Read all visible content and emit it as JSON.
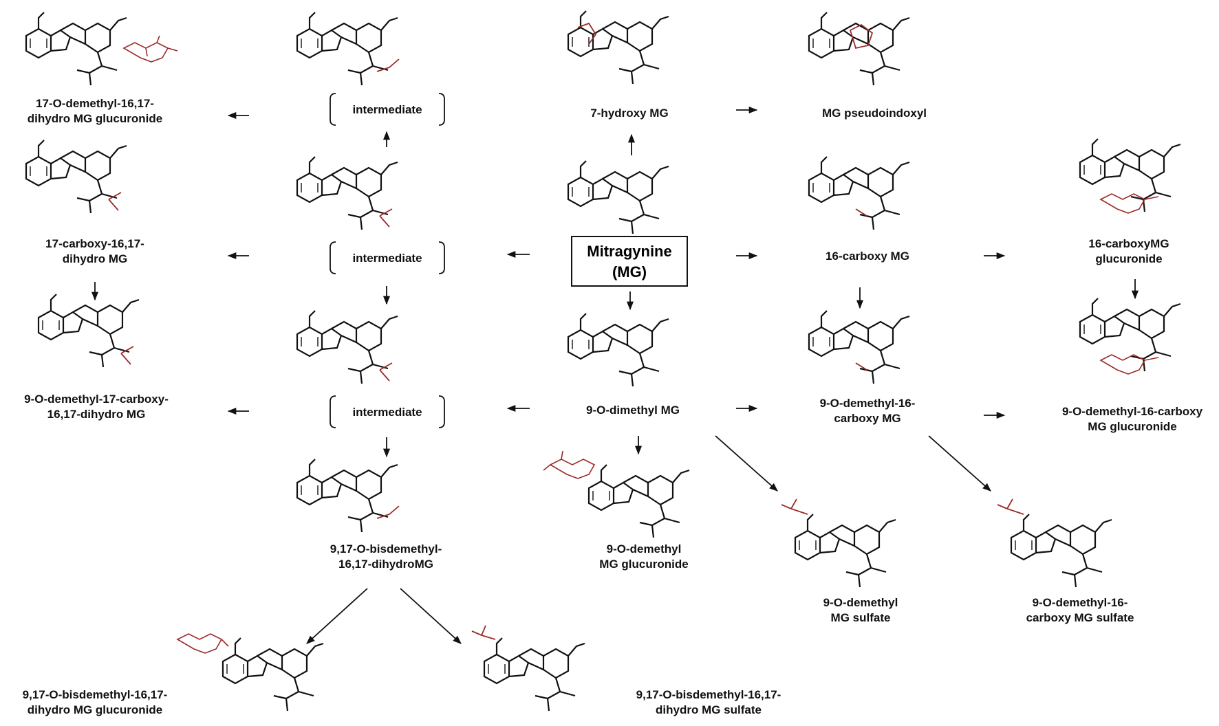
{
  "center": {
    "line1": "Mitragynine",
    "line2": "(MG)"
  },
  "intermediate_label": "intermediate",
  "compounds": [
    {
      "id": "c1",
      "lines": [
        "17-O-demethyl-16,17-",
        "dihydro MG glucuronide"
      ]
    },
    {
      "id": "c2",
      "lines": [
        "17-carboxy-16,17-",
        "dihydro MG"
      ]
    },
    {
      "id": "c3",
      "lines": [
        "9-O-demethyl-17-carboxy-",
        "16,17-dihydro MG"
      ]
    },
    {
      "id": "c4",
      "lines": [
        "7-hydroxy MG"
      ]
    },
    {
      "id": "c5",
      "lines": [
        "MG pseudoindoxyl"
      ]
    },
    {
      "id": "c6",
      "lines": [
        "16-carboxy MG"
      ]
    },
    {
      "id": "c7",
      "lines": [
        "16-carboxyMG",
        "glucuronide"
      ]
    },
    {
      "id": "c8",
      "lines": [
        "9-O-dimethyl MG"
      ]
    },
    {
      "id": "c9",
      "lines": [
        "9-O-demethyl-16-",
        "carboxy MG"
      ]
    },
    {
      "id": "c10",
      "lines": [
        "9-O-demethyl-16-carboxy",
        "MG glucuronide"
      ]
    },
    {
      "id": "c11",
      "lines": [
        "9,17-O-bisdemethyl-",
        "16,17-dihydroMG"
      ]
    },
    {
      "id": "c12",
      "lines": [
        "9-O-demethyl",
        "MG glucuronide"
      ]
    },
    {
      "id": "c13",
      "lines": [
        "9-O-demethyl",
        "MG sulfate"
      ]
    },
    {
      "id": "c14",
      "lines": [
        "9-O-demethyl-16-",
        "carboxy MG sulfate"
      ]
    },
    {
      "id": "c15",
      "lines": [
        "9,17-O-bisdemethyl-16,17-",
        "dihydro MG glucuronide"
      ]
    },
    {
      "id": "c16",
      "lines": [
        "9,17-O-bisdemethyl-16,17-",
        "dihydro MG sulfate"
      ]
    }
  ],
  "colors": {
    "structure": "#111111",
    "modification": "#9b2a2a",
    "arrow": "#111111"
  }
}
